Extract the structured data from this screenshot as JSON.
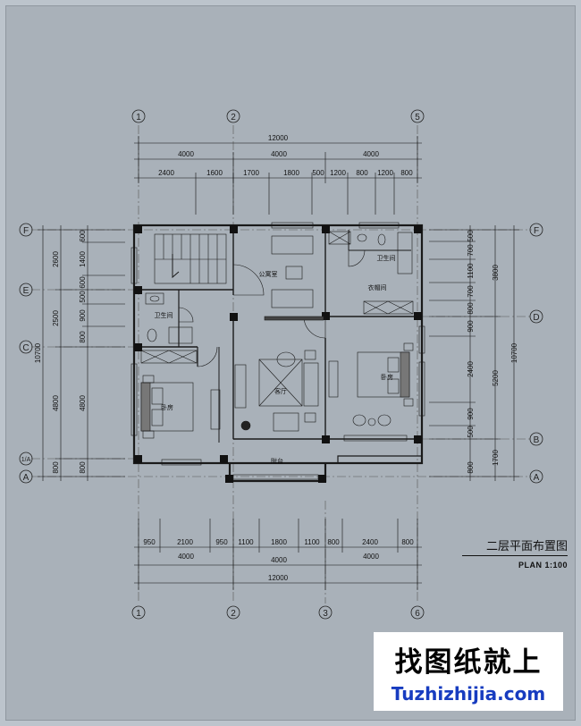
{
  "axes_top": [
    "1",
    "2",
    "5"
  ],
  "axes_bottom": [
    "1",
    "2",
    "3",
    "6"
  ],
  "axes_left": [
    "F",
    "E",
    "C",
    "1/A",
    "A"
  ],
  "axes_right": [
    "F",
    "D",
    "B",
    "A"
  ],
  "dims_top": {
    "total": "12000",
    "mid": [
      "4000",
      "4000",
      "4000"
    ],
    "detail": [
      "2400",
      "1600",
      "1700",
      "1800",
      "500",
      "1200",
      "800",
      "1200",
      "800"
    ]
  },
  "dims_bottom": {
    "detail": [
      "950",
      "2100",
      "950",
      "1100",
      "1800",
      "1100",
      "800",
      "2400",
      "800"
    ],
    "mid": [
      "4000",
      "4000",
      "4000"
    ],
    "total": "12000"
  },
  "dims_left": {
    "total": "10700",
    "mid": [
      "2600",
      "2500",
      "4800",
      "800"
    ],
    "detail": [
      "600",
      "1400",
      "600",
      "500",
      "900",
      "800",
      "4800",
      "800"
    ]
  },
  "dims_right": {
    "detail": [
      "500",
      "700",
      "1100",
      "700",
      "800",
      "900",
      "2400",
      "900",
      "500",
      "800"
    ],
    "mid": [
      "3800",
      "5200",
      "1700"
    ],
    "total": "10700"
  },
  "rooms": {
    "office": "公寓室",
    "wc_left": "卫生间",
    "wc_right": "卫生间",
    "closet": "衣帽间",
    "bed_left": "卧房",
    "bed_right": "卧房",
    "living": "客厅",
    "terrace": "附台"
  },
  "title": "二层平面布置图",
  "scale": "PLAN 1:100",
  "watermark": {
    "cn": "找图纸就上",
    "en": "Tuzhizhijia.com"
  },
  "colors": {
    "sheet": "#a9b1b9",
    "line": "#1a1a1a",
    "watermark_blue": "#173cc0"
  }
}
